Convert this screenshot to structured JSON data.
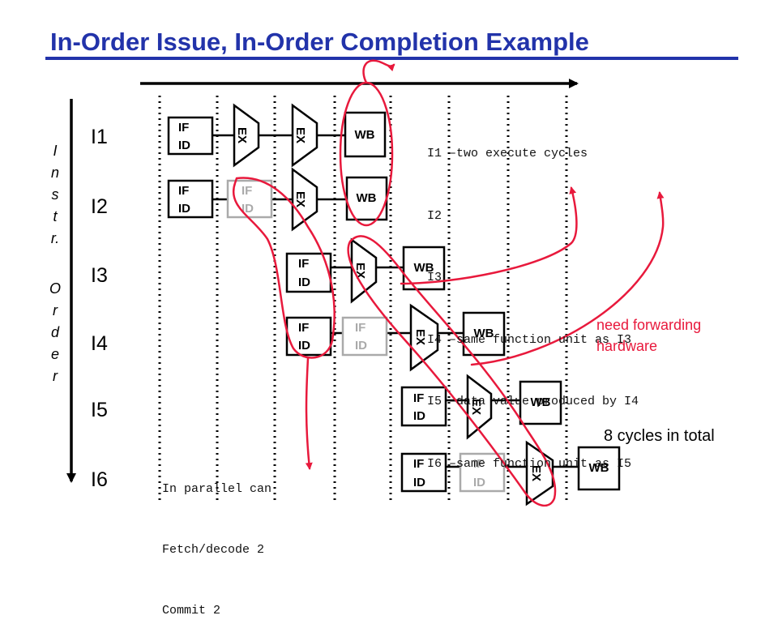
{
  "slide": {
    "title": "In-Order Issue, In-Order Completion Example",
    "axis_label_letters": [
      "I",
      "n",
      "s",
      "t",
      "r.",
      "O",
      "r",
      "d",
      "e",
      "r"
    ],
    "instructions": [
      "I1",
      "I2",
      "I3",
      "I4",
      "I5",
      "I6"
    ],
    "stage_labels": {
      "ifid_top": "IF",
      "ifid_bottom": "ID",
      "ex": "EX",
      "wb": "WB"
    },
    "notes": {
      "instruction_notes": [
        "I1 –two execute cycles",
        "I2",
        "I3",
        "I4 –same function unit as I3",
        "I5 –data value produced by I4",
        "I6 –same function unit as I5"
      ],
      "parallel_notes": [
        "In parallel can",
        "Fetch/decode 2",
        "Commit 2"
      ],
      "forwarding_note": [
        "need forwarding",
        "hardware"
      ],
      "total_note": "8 cycles in total"
    },
    "colors": {
      "title": "#2233aa",
      "annotation": "#e8193c",
      "stall": "#aaaaaa",
      "stage": "#000000"
    }
  }
}
